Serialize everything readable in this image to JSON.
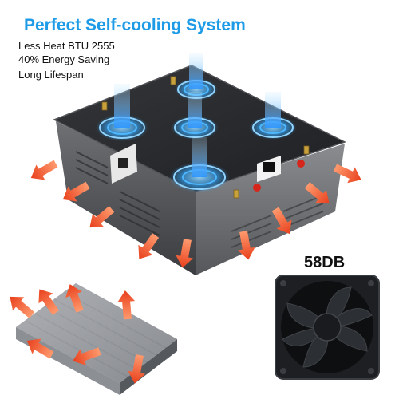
{
  "headline": "Perfect Self-cooling System",
  "features": [
    "Less Heat BTU 2555",
    "40% Energy Saving",
    "Long Lifespan"
  ],
  "fan_noise_label": "58DB",
  "colors": {
    "headline": "#1e9be6",
    "panel": "#2a2b2e",
    "heat_arrows": "#e8401c",
    "airflow_glow": "#34a9ff",
    "heatsink": "#b9bcc1",
    "fan_body": "#1d1f22"
  }
}
